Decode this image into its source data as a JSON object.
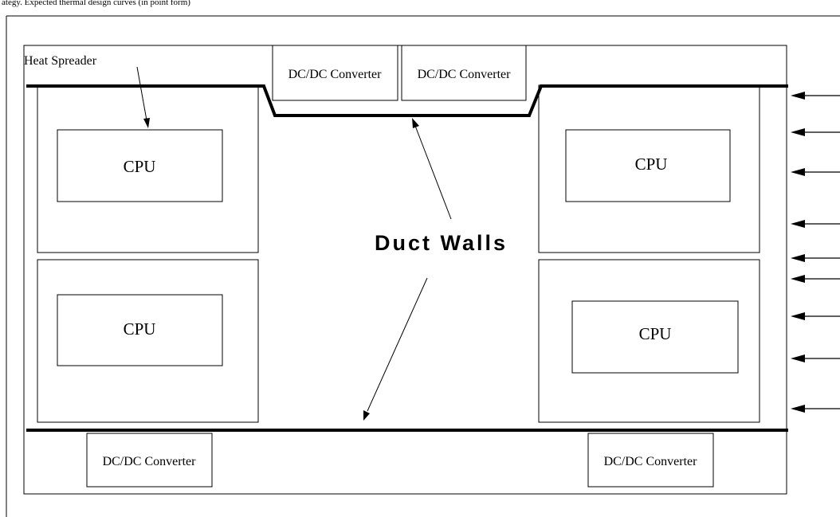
{
  "caption": "ategy.  Expected thermal design curves (in point form)",
  "labels": {
    "heat_spreader": "Heat Spreader",
    "duct_walls": "Duct Walls"
  },
  "cpus": [
    "CPU",
    "CPU",
    "CPU",
    "CPU"
  ],
  "converters": [
    "DC/DC Converter",
    "DC/DC Converter",
    "DC/DC Converter",
    "DC/DC Converter"
  ]
}
